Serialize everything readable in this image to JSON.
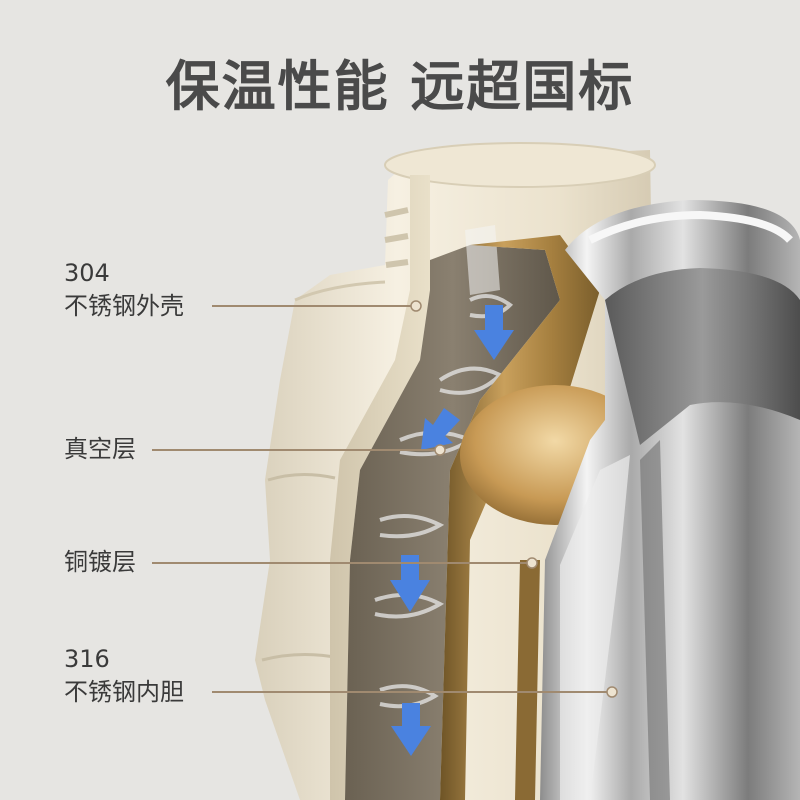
{
  "title": "保温性能 远超国标",
  "labels": [
    {
      "id": "outer-shell",
      "lines": [
        "304",
        "不锈钢外壳"
      ]
    },
    {
      "id": "vacuum-layer",
      "lines": [
        "真空层"
      ]
    },
    {
      "id": "copper-plating",
      "lines": [
        "铜镀层"
      ]
    },
    {
      "id": "inner-liner",
      "lines": [
        "316",
        "不锈钢内胆"
      ]
    }
  ],
  "colors": {
    "background": "#e6e5e2",
    "title": "#4a4a4a",
    "leader_line": "#a08a70",
    "leader_dot": "#ede3d0",
    "arrow": "#4a82e0",
    "shell": "#ece4cf",
    "copper": "#a88447",
    "steel": "#c6c6c6"
  }
}
